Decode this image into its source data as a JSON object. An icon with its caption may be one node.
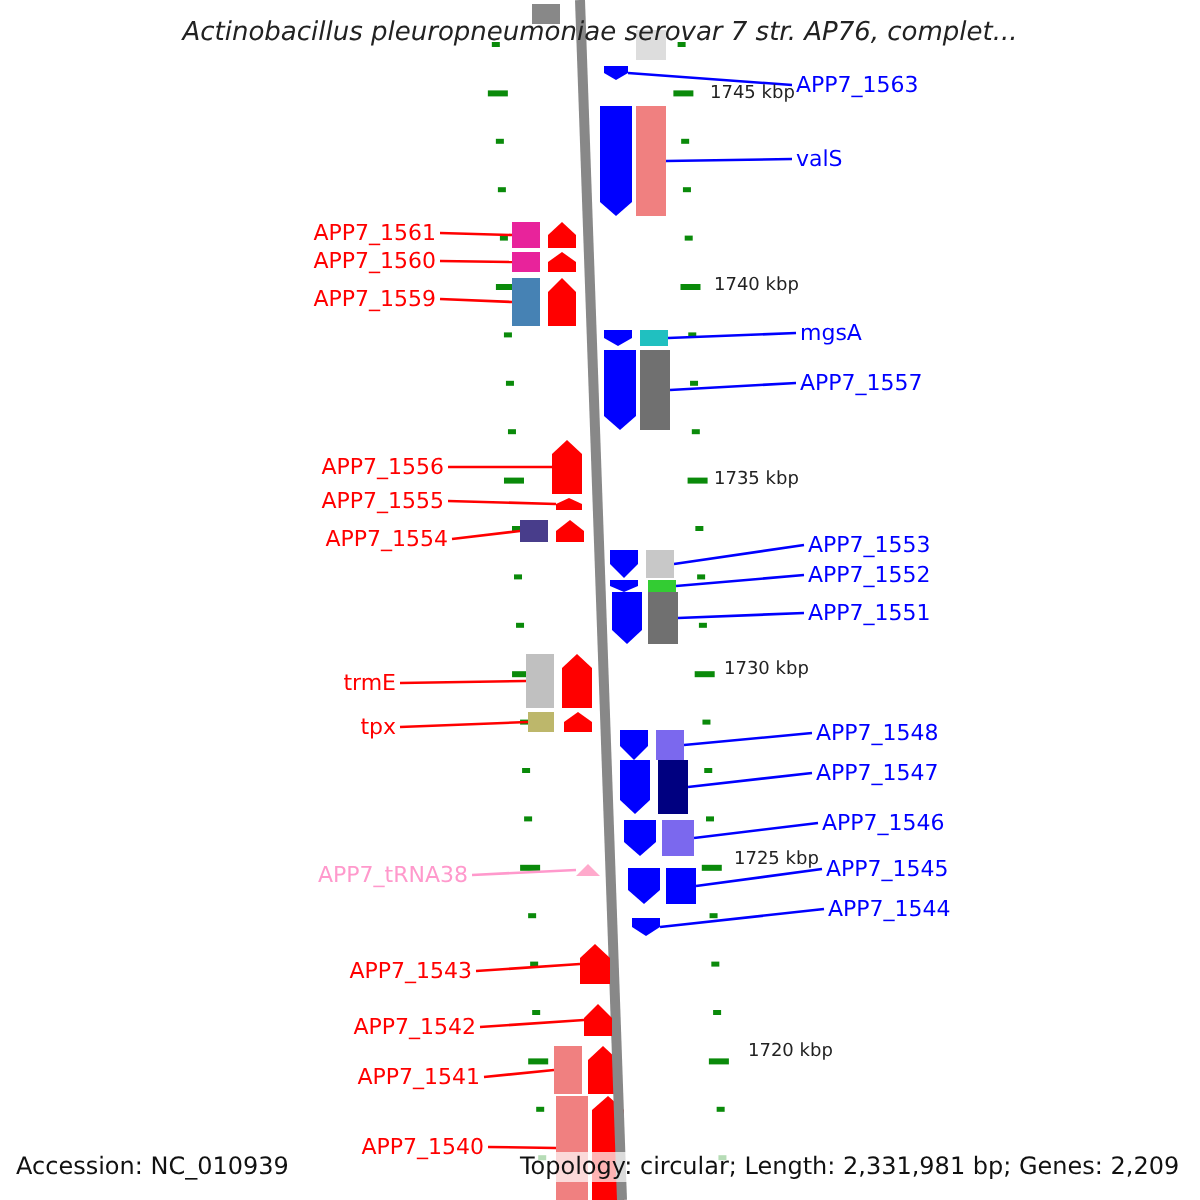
{
  "diagram": {
    "title": "Actinobacillus pleuropneumoniae serovar 7 str. AP76, complet...",
    "nodes": [
      {
        "text": [
          "APP7_1563"
        ]
      },
      {
        "text": [],
        "shape": "arrow"
      },
      {
        "text": [
          "valS"
        ]
      },
      {
        "text": [],
        "shape": "box"
      },
      {
        "text": [
          "APP7_1561"
        ]
      },
      {
        "text": [],
        "shape": "box"
      },
      {
        "text": [
          "APP7_1560"
        ]
      },
      {
        "text": [],
        "shape": "box"
      },
      {
        "text": [
          "APP7_1559"
        ]
      },
      {
        "text": [],
        "shape": "box"
      },
      {
        "text": [
          "mgsA"
        ]
      },
      {
        "text": [],
        "shape": "box"
      },
      {
        "text": [
          "APP7_1557"
        ]
      },
      {
        "text": [],
        "shape": "box"
      },
      {
        "text": [
          "APP7_1556"
        ]
      },
      {
        "text": [],
        "shape": "arrow"
      },
      {
        "text": [
          "APP7_1555"
        ]
      },
      {
        "text": [],
        "shape": "arrow"
      },
      {
        "text": [
          "APP7_1554"
        ]
      },
      {
        "text": [],
        "shape": "box"
      },
      {
        "text": [
          "APP7_1553"
        ]
      },
      {
        "text": [],
        "shape": "box"
      },
      {
        "text": [
          "APP7_1552"
        ]
      },
      {
        "text": [],
        "shape": "box"
      },
      {
        "text": [
          "APP7_1551"
        ]
      },
      {
        "text": [],
        "shape": "box"
      },
      {
        "text": [
          "trmE"
        ]
      },
      {
        "text": [],
        "shape": "box"
      },
      {
        "text": [
          "tpx"
        ]
      },
      {
        "text": [],
        "shape": "box"
      },
      {
        "text": [
          "APP7_1548"
        ]
      },
      {
        "text": [],
        "shape": "box"
      },
      {
        "text": [
          "APP7_1547"
        ]
      },
      {
        "text": [],
        "shape": "box"
      },
      {
        "text": [
          "APP7_1546"
        ]
      },
      {
        "text": [],
        "shape": "box"
      },
      {
        "text": [
          "APP7_tRNA38"
        ]
      },
      {
        "text": [],
        "shape": "triangle"
      },
      {
        "text": [
          "APP7_1545"
        ]
      },
      {
        "text": [],
        "shape": "box"
      },
      {
        "text": [
          "APP7_1544"
        ]
      },
      {
        "text": [],
        "shape": "arrow"
      },
      {
        "text": [
          "APP7_1543"
        ]
      },
      {
        "text": [],
        "shape": "arrow"
      },
      {
        "text": [
          "APP7_1542"
        ]
      },
      {
        "text": [],
        "shape": "arrow"
      },
      {
        "text": [
          "APP7_1541"
        ]
      },
      {
        "text": [],
        "shape": "box"
      },
      {
        "text": [
          "APP7_1540"
        ]
      },
      {
        "text": [],
        "shape": "box"
      }
    ],
    "edges": [
      {
        "from": 0,
        "to": 1,
        "arrow": "none",
        "color": "#0000ff"
      },
      {
        "from": 2,
        "to": 3,
        "arrow": "none",
        "color": "#0000ff"
      },
      {
        "from": 4,
        "to": 5,
        "arrow": "none",
        "color": "#ff0000"
      },
      {
        "from": 6,
        "to": 7,
        "arrow": "none",
        "color": "#ff0000"
      },
      {
        "from": 8,
        "to": 9,
        "arrow": "none",
        "color": "#ff0000"
      },
      {
        "from": 10,
        "to": 11,
        "arrow": "none",
        "color": "#0000ff"
      },
      {
        "from": 12,
        "to": 13,
        "arrow": "none",
        "color": "#0000ff"
      },
      {
        "from": 14,
        "to": 15,
        "arrow": "none",
        "color": "#ff0000"
      },
      {
        "from": 16,
        "to": 17,
        "arrow": "none",
        "color": "#ff0000"
      },
      {
        "from": 18,
        "to": 19,
        "arrow": "none",
        "color": "#ff0000"
      },
      {
        "from": 20,
        "to": 21,
        "arrow": "none",
        "color": "#0000ff"
      },
      {
        "from": 22,
        "to": 23,
        "arrow": "none",
        "color": "#0000ff"
      },
      {
        "from": 24,
        "to": 25,
        "arrow": "none",
        "color": "#0000ff"
      },
      {
        "from": 26,
        "to": 27,
        "arrow": "none",
        "color": "#ff0000"
      },
      {
        "from": 28,
        "to": 29,
        "arrow": "none",
        "color": "#ff0000"
      },
      {
        "from": 30,
        "to": 31,
        "arrow": "none",
        "color": "#0000ff"
      },
      {
        "from": 32,
        "to": 33,
        "arrow": "none",
        "color": "#0000ff"
      },
      {
        "from": 34,
        "to": 35,
        "arrow": "none",
        "color": "#0000ff"
      },
      {
        "from": 36,
        "to": 37,
        "arrow": "none",
        "color": "#ff99cc"
      },
      {
        "from": 38,
        "to": 39,
        "arrow": "none",
        "color": "#0000ff"
      },
      {
        "from": 40,
        "to": 41,
        "arrow": "none",
        "color": "#0000ff"
      },
      {
        "from": 42,
        "to": 43,
        "arrow": "none",
        "color": "#ff0000"
      },
      {
        "from": 44,
        "to": 45,
        "arrow": "none",
        "color": "#ff0000"
      },
      {
        "from": 46,
        "to": 47,
        "arrow": "none",
        "color": "#ff0000"
      },
      {
        "from": 48,
        "to": 49,
        "arrow": "none",
        "color": "#ff0000"
      }
    ],
    "labels": [
      "1745 kbp",
      "1740 kbp",
      "1735 kbp",
      "1730 kbp",
      "1725 kbp",
      "1720 kbp",
      "Accession: NC_010939",
      "Topology: circular; Length: 2,331,981 bp; Genes: 2,209"
    ]
  }
}
